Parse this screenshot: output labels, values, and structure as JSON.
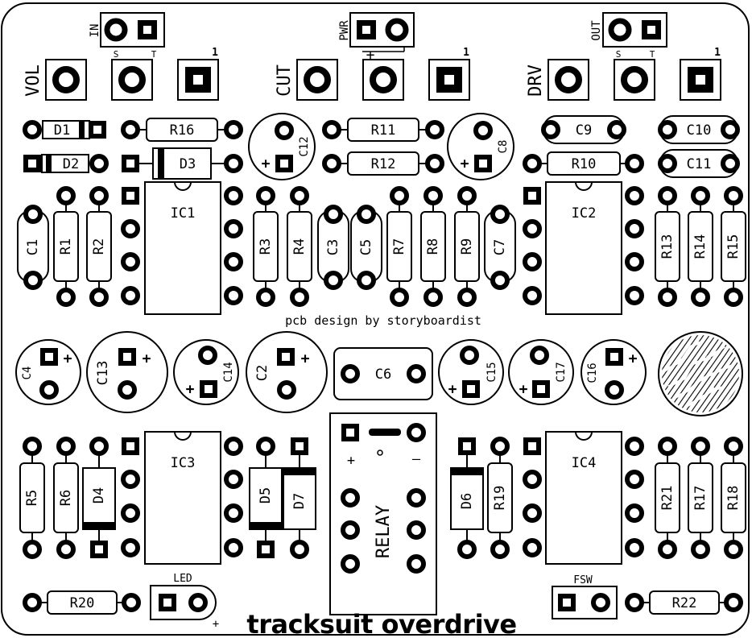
{
  "board": {
    "title": "tracksuit overdrive",
    "credit": "pcb design by storyboardist"
  },
  "jacks": {
    "in": {
      "label": "IN",
      "pin_s": "S",
      "pin_t": "T"
    },
    "pwr": {
      "label": "PWR",
      "plus": "+"
    },
    "out": {
      "label": "OUT",
      "pin_s": "S",
      "pin_t": "T"
    }
  },
  "pots": {
    "vol": {
      "label": "VOL",
      "pin1": "1"
    },
    "cut": {
      "label": "CUT",
      "pin1": "1"
    },
    "drv": {
      "label": "DRV",
      "pin1": "1"
    }
  },
  "ics": {
    "ic1": "IC1",
    "ic2": "IC2",
    "ic3": "IC3",
    "ic4": "IC4"
  },
  "resistors": {
    "r1": "R1",
    "r2": "R2",
    "r3": "R3",
    "r4": "R4",
    "r5": "R5",
    "r6": "R6",
    "r7": "R7",
    "r8": "R8",
    "r9": "R9",
    "r10": "R10",
    "r11": "R11",
    "r12": "R12",
    "r13": "R13",
    "r14": "R14",
    "r15": "R15",
    "r16": "R16",
    "r17": "R17",
    "r18": "R18",
    "r19": "R19",
    "r20": "R20",
    "r21": "R21",
    "r22": "R22"
  },
  "capacitors": {
    "c1": "C1",
    "c2": "C2",
    "c3": "C3",
    "c4": "C4",
    "c5": "C5",
    "c6": "C6",
    "c7": "C7",
    "c8": "C8",
    "c9": "C9",
    "c10": "C10",
    "c11": "C11",
    "c12": "C12",
    "c13": "C13",
    "c14": "C14",
    "c15": "C15",
    "c16": "C16",
    "c17": "C17"
  },
  "diodes": {
    "d1": "D1",
    "d2": "D2",
    "d3": "D3",
    "d4": "D4",
    "d5": "D5",
    "d6": "D6",
    "d7": "D7"
  },
  "relay": {
    "label": "RELAY",
    "plus": "+",
    "minus": "—"
  },
  "led": {
    "label": "LED",
    "plus": "+"
  },
  "fsw": {
    "label": "FSW"
  },
  "polarity": {
    "plus": "+"
  }
}
